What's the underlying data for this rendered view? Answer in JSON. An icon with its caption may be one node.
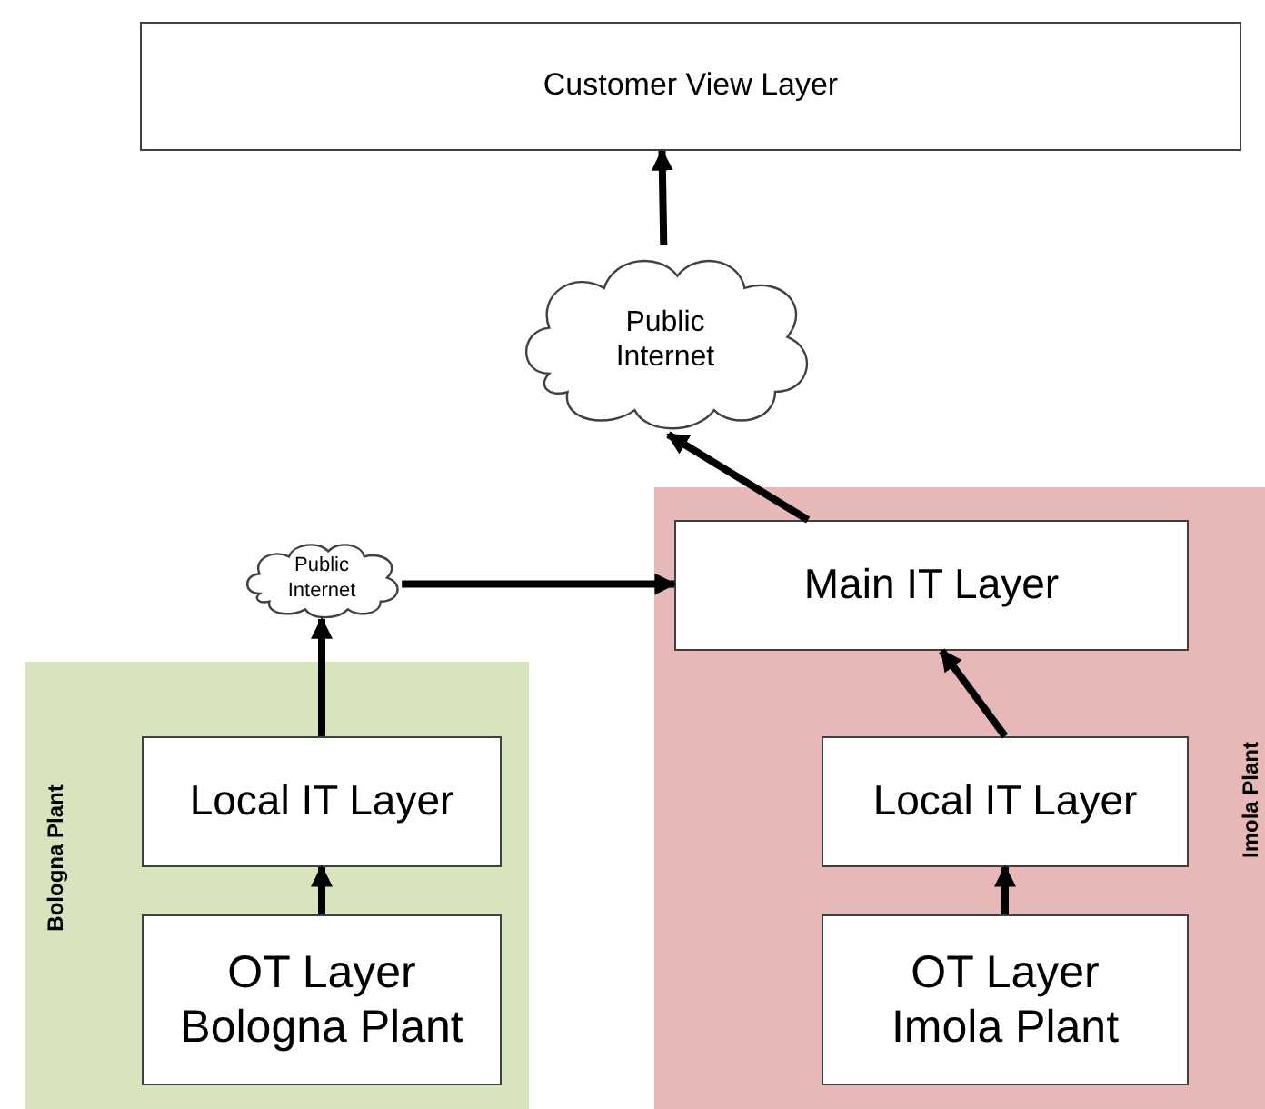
{
  "diagram": {
    "nodes": [
      {
        "text": [
          "Customer View Layer"
        ]
      },
      {
        "text": [
          "Public Internet"
        ]
      },
      {
        "text": [
          "Imola Plant"
        ]
      },
      {
        "text": [
          "Main IT Layer"
        ],
        "in": 2
      },
      {
        "text": [
          "Local IT Layer"
        ],
        "in": 2
      },
      {
        "text": [
          "OT Layer Imola Plant"
        ],
        "in": 2
      },
      {
        "text": [
          "Public Internet"
        ]
      },
      {
        "text": [
          "Bologna Plant"
        ]
      },
      {
        "text": [
          "Local IT Layer"
        ],
        "in": 7
      },
      {
        "text": [
          "OT Layer Bologna Plant"
        ],
        "in": 7
      }
    ],
    "edges": [
      {
        "from": 1,
        "to": 0,
        "arrow": "to"
      },
      {
        "from": 3,
        "to": 1,
        "arrow": "to"
      },
      {
        "from": 6,
        "to": 3,
        "arrow": "to"
      },
      {
        "from": 8,
        "to": 6,
        "arrow": "to"
      },
      {
        "from": 9,
        "to": 8,
        "arrow": "to"
      },
      {
        "from": 4,
        "to": 3,
        "arrow": "to"
      },
      {
        "from": 5,
        "to": 4,
        "arrow": "to"
      }
    ]
  }
}
